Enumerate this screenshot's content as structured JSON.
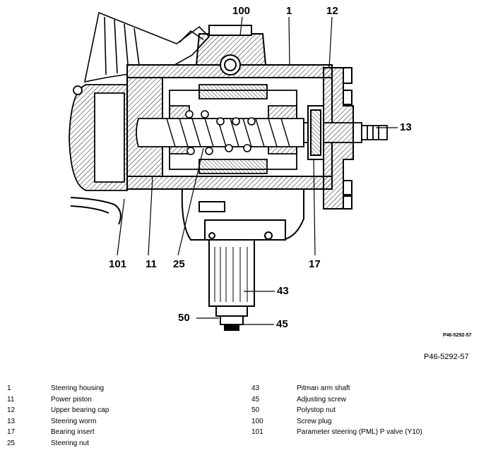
{
  "figure": {
    "callouts": {
      "c100": "100",
      "c1": "1",
      "c12": "12",
      "c13": "13",
      "c101": "101",
      "c11": "11",
      "c25": "25",
      "c17": "17",
      "c43": "43",
      "c50": "50",
      "c45": "45"
    },
    "image_code_small": "P46-5292-57",
    "image_code": "P46-5292-57"
  },
  "legend": {
    "left": [
      {
        "num": "1",
        "label": "Steering housing"
      },
      {
        "num": "11",
        "label": "Power piston"
      },
      {
        "num": "12",
        "label": "Upper bearing cap"
      },
      {
        "num": "13",
        "label": "Steering worm"
      },
      {
        "num": "17",
        "label": "Bearing insert"
      },
      {
        "num": "25",
        "label": "Steering nut"
      }
    ],
    "right": [
      {
        "num": "43",
        "label": "Pitman arm shaft"
      },
      {
        "num": "45",
        "label": "Adjusting screw"
      },
      {
        "num": "50",
        "label": "Polystop nut"
      },
      {
        "num": "100",
        "label": "Screw plug"
      },
      {
        "num": "101",
        "label": "Parameter steering (PML) P valve (Y10)"
      }
    ]
  }
}
